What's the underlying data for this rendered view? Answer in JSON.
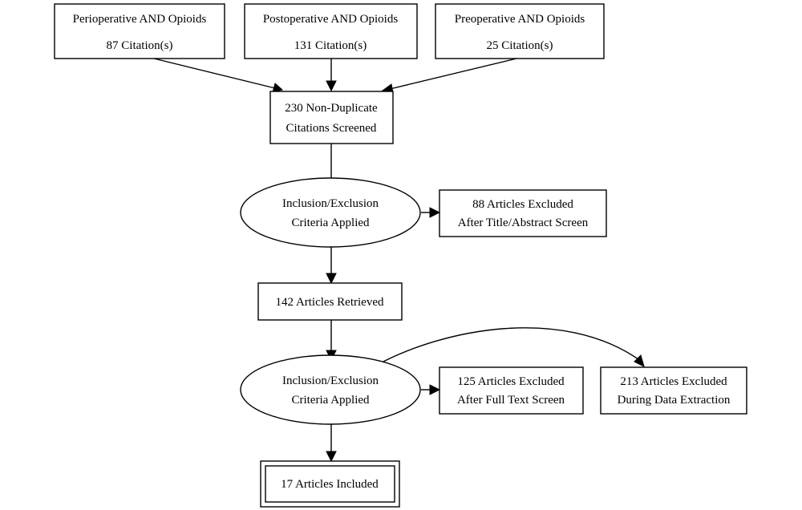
{
  "nodes": {
    "perioperative": {
      "line1": "Perioperative AND Opioids",
      "line2": "87 Citation(s)"
    },
    "postoperative": {
      "line1": "Postoperative AND Opioids",
      "line2": "131 Citation(s)"
    },
    "preoperative": {
      "line1": "Preoperative AND Opioids",
      "line2": "25 Citation(s)"
    },
    "screened": {
      "line1": "230 Non-Duplicate",
      "line2": "Citations Screened"
    },
    "criteria1": {
      "line1": "Inclusion/Exclusion",
      "line2": "Criteria Applied"
    },
    "excluded_title": {
      "line1": "88 Articles Excluded",
      "line2": "After Title/Abstract Screen"
    },
    "retrieved": {
      "line1": "142 Articles Retrieved"
    },
    "criteria2": {
      "line1": "Inclusion/Exclusion",
      "line2": "Criteria Applied"
    },
    "excluded_fulltext": {
      "line1": "125 Articles Excluded",
      "line2": "After Full Text Screen"
    },
    "excluded_extraction": {
      "line1": "213 Articles Excluded",
      "line2": "During Data Extraction"
    },
    "included": {
      "line1": "17 Articles Included"
    }
  }
}
